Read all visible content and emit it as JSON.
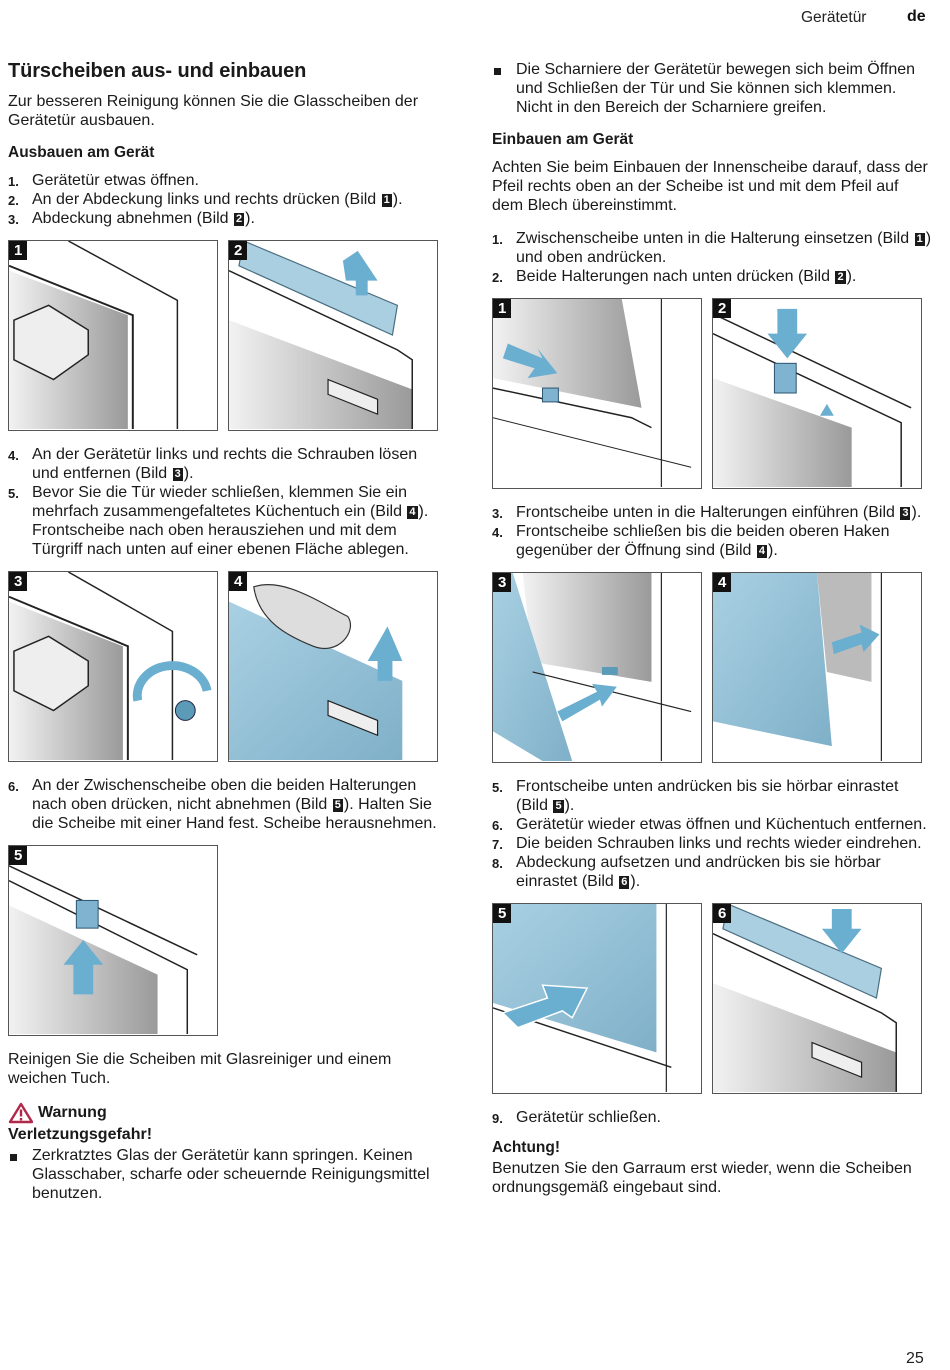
{
  "header": {
    "section": "Gerätetür",
    "language": "de"
  },
  "page_number": "25",
  "colors": {
    "accent_blue": "#6aaed0",
    "warning_red": "#b0284a",
    "text": "#1a1a1a"
  },
  "left": {
    "title": "Türscheiben aus- und einbauen",
    "intro": "Zur besseren Reinigung können Sie die Glasscheiben der Gerätetür ausbauen.",
    "removal_heading": "Ausbauen am Gerät",
    "steps_a": [
      {
        "num": "1.",
        "text": "Gerätetür etwas öffnen."
      },
      {
        "num": "2.",
        "text": "An der Abdeckung links und rechts drücken (Bild ",
        "badge": "1",
        "after": ")."
      },
      {
        "num": "3.",
        "text": "Abdeckung abnehmen (Bild ",
        "badge": "2",
        "after": ")."
      }
    ],
    "figures_a": [
      {
        "label": "1"
      },
      {
        "label": "2"
      }
    ],
    "steps_b": [
      {
        "num": "4.",
        "text": "An der Gerätetür links und rechts die Schrauben lösen und entfernen (Bild ",
        "badge": "3",
        "after": ")."
      },
      {
        "num": "5.",
        "text": "Bevor Sie die Tür wieder schließen, klemmen Sie ein mehrfach zusammengefaltetes Küchentuch ein (Bild ",
        "badge": "4",
        "after": ").",
        "extra": "Frontscheibe nach oben herausziehen und mit dem Türgriff nach unten auf einer ebenen Fläche ablegen."
      }
    ],
    "figures_b": [
      {
        "label": "3"
      },
      {
        "label": "4"
      }
    ],
    "steps_c": [
      {
        "num": "6.",
        "text": "An der Zwischenscheibe oben die beiden Halterungen nach oben drücken, nicht abnehmen (Bild ",
        "badge": "5",
        "after": "). Halten Sie die Scheibe mit einer Hand fest. Scheibe herausnehmen."
      }
    ],
    "figures_c": [
      {
        "label": "5"
      }
    ],
    "cleaning_text": "Reinigen Sie die Scheiben mit Glasreiniger und einem weichen Tuch.",
    "warning": {
      "icon": "warning-triangle-icon",
      "title": "Warnung",
      "subtitle": "Verletzungsgefahr!",
      "bullets": [
        "Zerkratztes Glas der Gerätetür kann springen. Keinen Glasschaber, scharfe oder scheuernde Reinigungsmittel benutzen."
      ]
    }
  },
  "right": {
    "bullets_top": [
      "Die Scharniere der Gerätetür bewegen sich beim Öffnen und Schließen der Tür und Sie können sich klemmen. Nicht in den Bereich der Scharniere greifen."
    ],
    "install_heading": "Einbauen am Gerät",
    "install_intro": "Achten Sie beim Einbauen der Innenscheibe darauf, dass der Pfeil rechts oben an der Scheibe ist und mit dem Pfeil auf dem Blech übereinstimmt.",
    "steps_a": [
      {
        "num": "1.",
        "text": "Zwischenscheibe unten in die Halterung einsetzen (Bild ",
        "badge": "1",
        "after": ") und oben andrücken."
      },
      {
        "num": "2.",
        "text": "Beide Halterungen nach unten drücken (Bild ",
        "badge": "2",
        "after": ")."
      }
    ],
    "figures_a": [
      {
        "label": "1"
      },
      {
        "label": "2"
      }
    ],
    "steps_b": [
      {
        "num": "3.",
        "text": "Frontscheibe unten in die Halterungen einführen (Bild ",
        "badge": "3",
        "after": ")."
      },
      {
        "num": "4.",
        "text": "Frontscheibe schließen bis die beiden oberen Haken gegenüber der Öffnung sind (Bild ",
        "badge": "4",
        "after": ")."
      }
    ],
    "figures_b": [
      {
        "label": "3"
      },
      {
        "label": "4"
      }
    ],
    "steps_c": [
      {
        "num": "5.",
        "text": "Frontscheibe unten andrücken bis sie hörbar einrastet (Bild ",
        "badge": "5",
        "after": ")."
      },
      {
        "num": "6.",
        "text": "Gerätetür wieder etwas öffnen und Küchentuch entfernen."
      },
      {
        "num": "7.",
        "text": "Die beiden Schrauben links und rechts wieder eindrehen."
      },
      {
        "num": "8.",
        "text": "Abdeckung aufsetzen und andrücken bis sie hörbar einrastet (Bild ",
        "badge": "6",
        "after": ")."
      }
    ],
    "figures_c": [
      {
        "label": "5"
      },
      {
        "label": "6"
      }
    ],
    "steps_d": [
      {
        "num": "9.",
        "text": "Gerätetür schließen."
      }
    ],
    "caution_heading": "Achtung!",
    "caution_text": "Benutzen Sie den Garraum erst wieder, wenn die Scheiben ordnungsgemäß eingebaut sind."
  }
}
